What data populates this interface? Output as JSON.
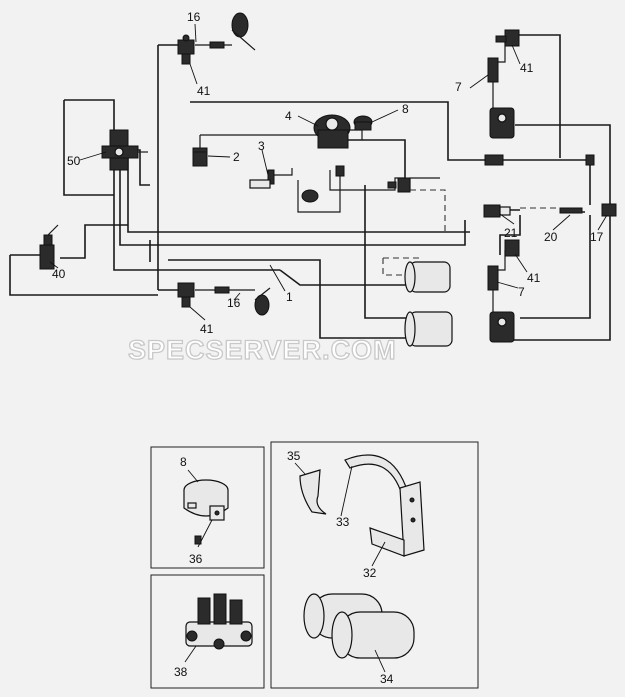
{
  "watermark": "SPECSERVER.COM",
  "callouts": {
    "c16a": "16",
    "c41a": "41",
    "c50": "50",
    "c4": "4",
    "c8a": "8",
    "c2": "2",
    "c3": "3",
    "c7a": "7",
    "c41b": "41",
    "c40": "40",
    "c21": "21",
    "c20": "20",
    "c17": "17",
    "c41c": "41",
    "c7b": "7",
    "c1": "1",
    "c16b": "16",
    "c41d": "41",
    "c8b": "8",
    "c36": "36",
    "c38": "38",
    "c35": "35",
    "c33": "33",
    "c32": "32",
    "c34": "34"
  }
}
